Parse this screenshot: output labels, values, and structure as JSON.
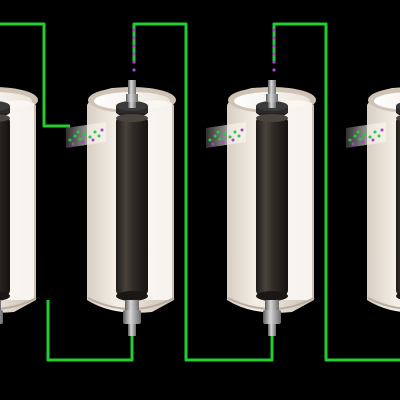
{
  "scene": {
    "description_free": true,
    "background_color": "#000000",
    "pipe_color": "#22cc33",
    "flow_in_color": "#22cc44",
    "flow_out_color": "#aa44cc",
    "shell_color": "#efe6dc",
    "shell_inner_color": "#ffffff",
    "cylinder_color": "#3a3530",
    "metal_color": "#9a9a9a",
    "units": [
      {
        "id": "unit-1",
        "partially_visible": true
      },
      {
        "id": "unit-2",
        "partially_visible": false
      },
      {
        "id": "unit-3",
        "partially_visible": false
      },
      {
        "id": "unit-4",
        "partially_visible": true
      }
    ]
  }
}
